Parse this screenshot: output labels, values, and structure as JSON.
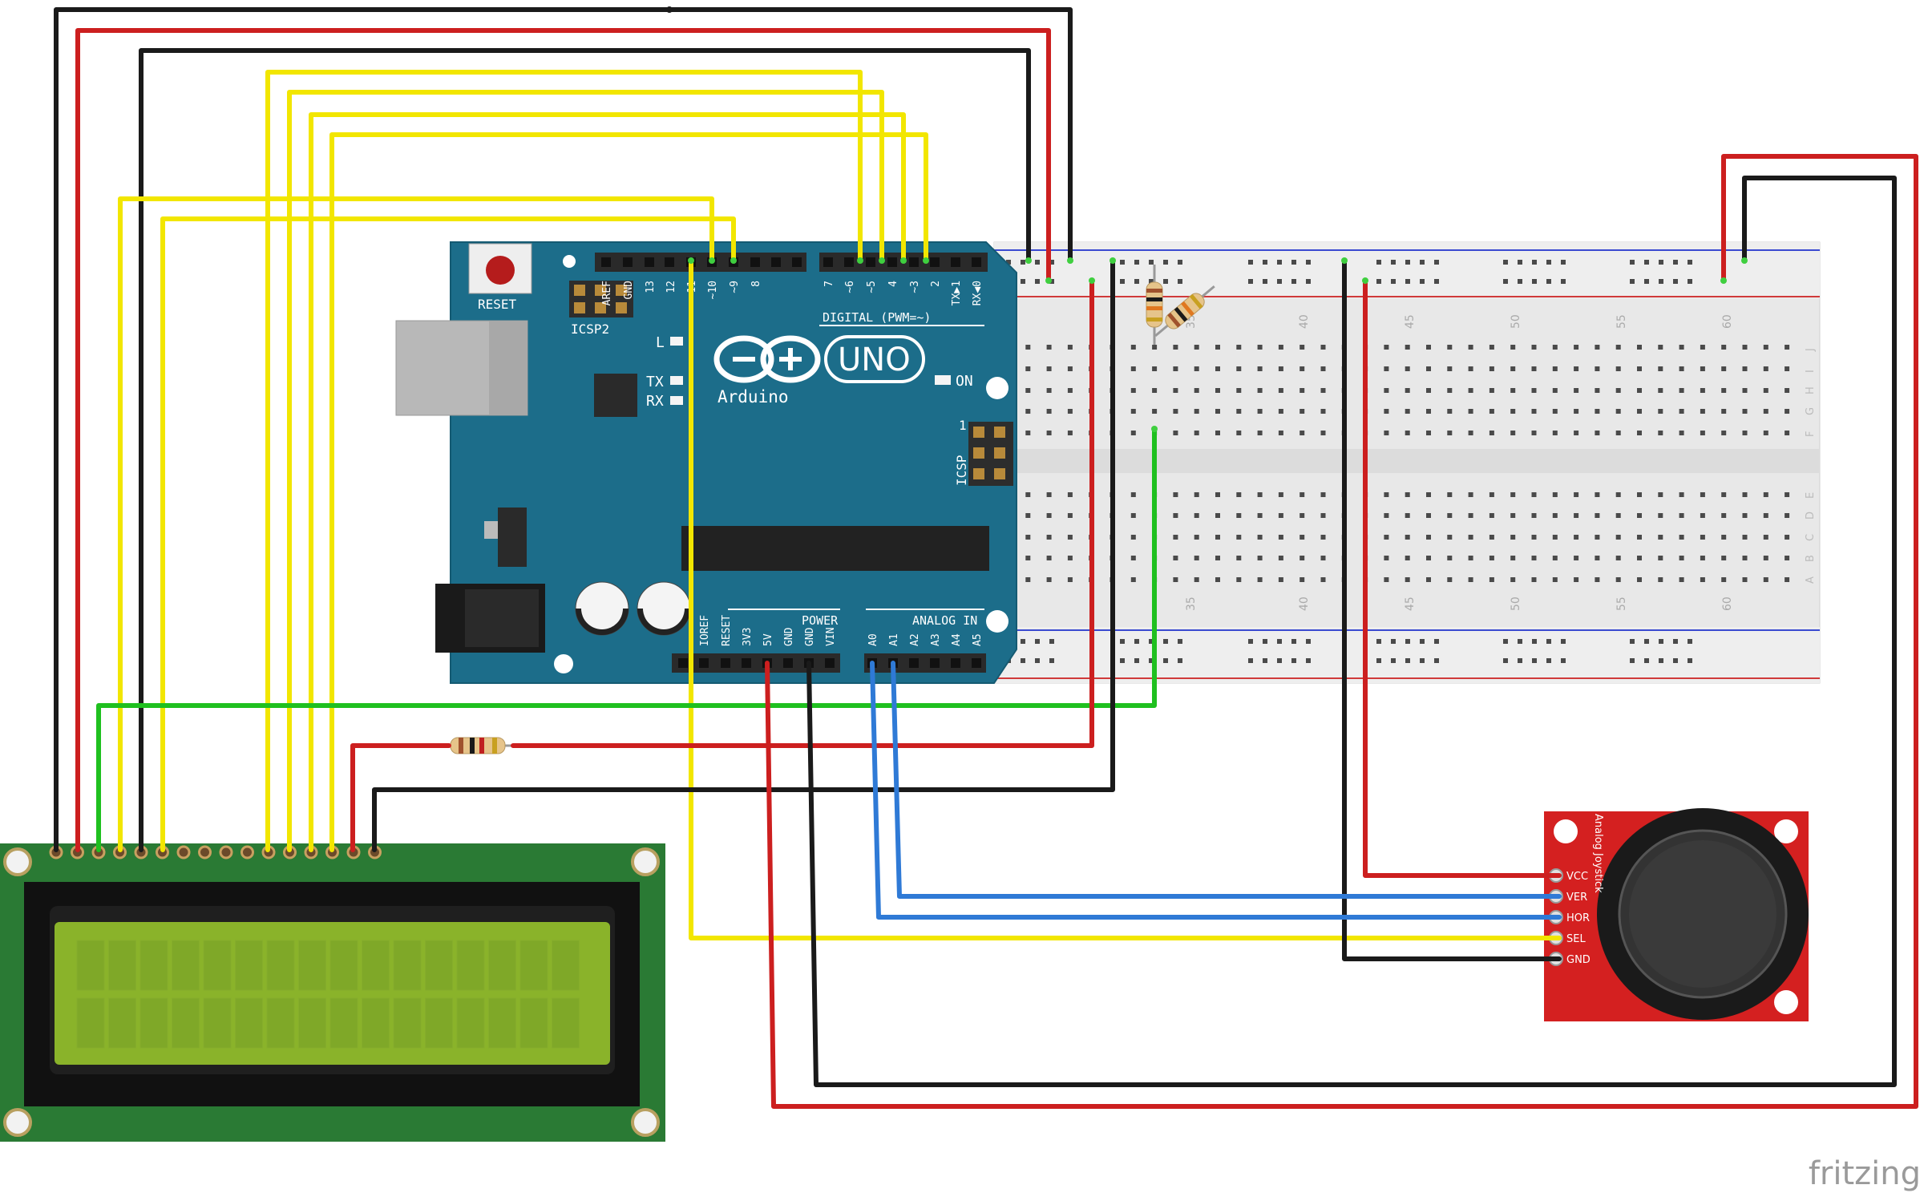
{
  "watermark": "fritzing",
  "arduino": {
    "name": "Arduino",
    "model": "UNO",
    "reset_label": "RESET",
    "icsp2_label": "ICSP2",
    "icsp_label": "ICSP",
    "icsp_pin1": "1",
    "led_l": "L",
    "led_tx": "TX",
    "led_rx": "RX",
    "on_label": "ON",
    "digital_label": "DIGITAL (PWM=~)",
    "power_label": "POWER",
    "analog_label": "ANALOG IN",
    "digital_pins": [
      "AREF",
      "GND",
      "13",
      "12",
      "~11",
      "~10",
      "~9",
      "8",
      "7",
      "~6",
      "~5",
      "4",
      "~3",
      "2",
      "TX▶1",
      "RX◀0"
    ],
    "power_pins": [
      "IOREF",
      "RESET",
      "3V3",
      "5V",
      "GND",
      "GND",
      "VIN"
    ],
    "analog_pins": [
      "A0",
      "A1",
      "A2",
      "A3",
      "A4",
      "A5"
    ]
  },
  "breadboard": {
    "column_numbers": [
      "35",
      "40",
      "45",
      "50",
      "55",
      "60"
    ],
    "rows_top": [
      "J",
      "I",
      "H",
      "G",
      "F"
    ],
    "rows_bottom": [
      "E",
      "D",
      "C",
      "B",
      "A"
    ]
  },
  "joystick": {
    "title": "Analog Joystick",
    "pins": [
      "VCC",
      "VER",
      "HOR",
      "SEL",
      "GND"
    ]
  },
  "colors": {
    "wire_red": "#cc1f1f",
    "wire_black": "#1a1a1a",
    "wire_yellow": "#f2e600",
    "wire_green": "#1fc01f",
    "wire_blue": "#2f7ad6",
    "arduino_teal": "#1c6d8a",
    "lcd_green": "#2a7a34",
    "lcd_screen": "#8ab32a",
    "joystick_red": "#d42020"
  }
}
